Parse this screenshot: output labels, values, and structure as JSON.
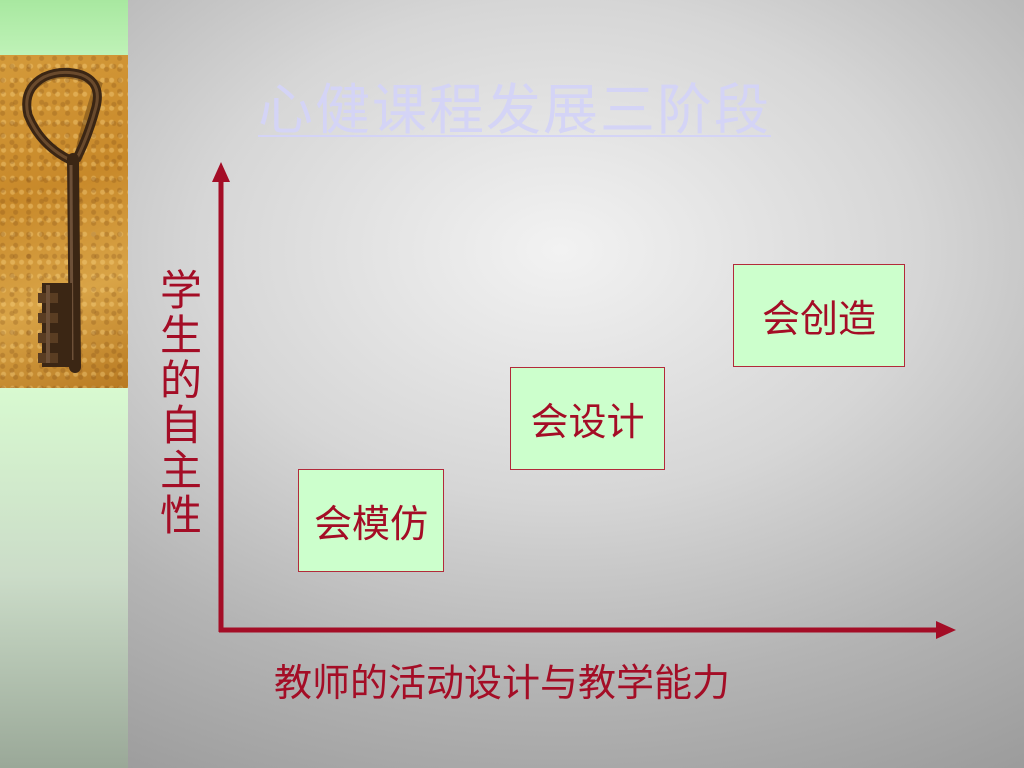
{
  "title": "心健课程发展三阶段",
  "y_axis_label": "学生的自主性",
  "x_axis_label": "教师的活动设计与教学能力",
  "stages": [
    {
      "label": "会模仿"
    },
    {
      "label": "会设计"
    },
    {
      "label": "会创造"
    }
  ],
  "colors": {
    "title": "#d4d4f6",
    "text": "#a40d26",
    "axis": "#a40d26",
    "box_fill": "#ccffcc",
    "box_border": "#b22a3a"
  }
}
